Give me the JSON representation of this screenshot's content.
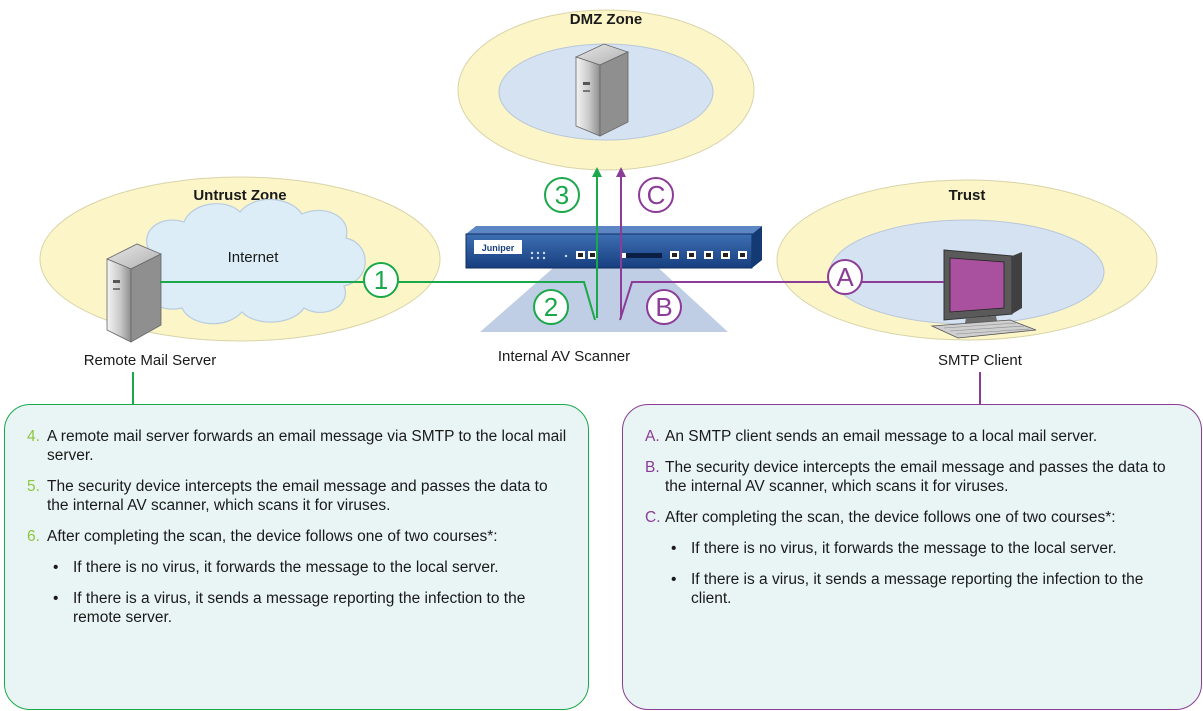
{
  "zones": {
    "dmz": "DMZ Zone",
    "untrust": "Untrust Zone",
    "trust": "Trust"
  },
  "cloud_label": "Internet",
  "nodes": {
    "remote_server": "Remote Mail Server",
    "scanner": "Internal AV Scanner",
    "client": "SMTP Client",
    "device_brand": "Juniper"
  },
  "flow_markers": {
    "green": [
      "1",
      "2",
      "3"
    ],
    "purple": [
      "A",
      "B",
      "C"
    ]
  },
  "colors": {
    "green_flow": "#1aa84a",
    "purple_flow": "#8a3c96",
    "zone_outer": "#fbf5c8",
    "zone_inner": "#d5e2f1",
    "panel_bg": "#e9f4f4"
  },
  "green_panel": {
    "steps": [
      {
        "marker": "4.",
        "text": "A remote mail server forwards an email message via SMTP to the local mail server."
      },
      {
        "marker": "5.",
        "text": "The security device intercepts the email message and passes the data to the internal AV scanner, which scans it for viruses."
      },
      {
        "marker": "6.",
        "text": "After completing the scan, the device follows one of two courses*:"
      }
    ],
    "bullets": [
      "If there is no virus, it forwards the message to the local server.",
      "If there is a virus, it sends a message reporting the infection to the remote server."
    ]
  },
  "purple_panel": {
    "steps": [
      {
        "marker": "A.",
        "text": "An SMTP client sends an email message to a local mail server."
      },
      {
        "marker": "B.",
        "text": "The security device intercepts the email message and passes the data to the internal AV scanner, which scans it for viruses."
      },
      {
        "marker": "C.",
        "text": "After completing the scan, the device follows one of two courses*:"
      }
    ],
    "bullets": [
      "If there is no virus, it forwards the message to the local server.",
      "If there is a virus, it sends a message reporting the infection to the client."
    ]
  }
}
